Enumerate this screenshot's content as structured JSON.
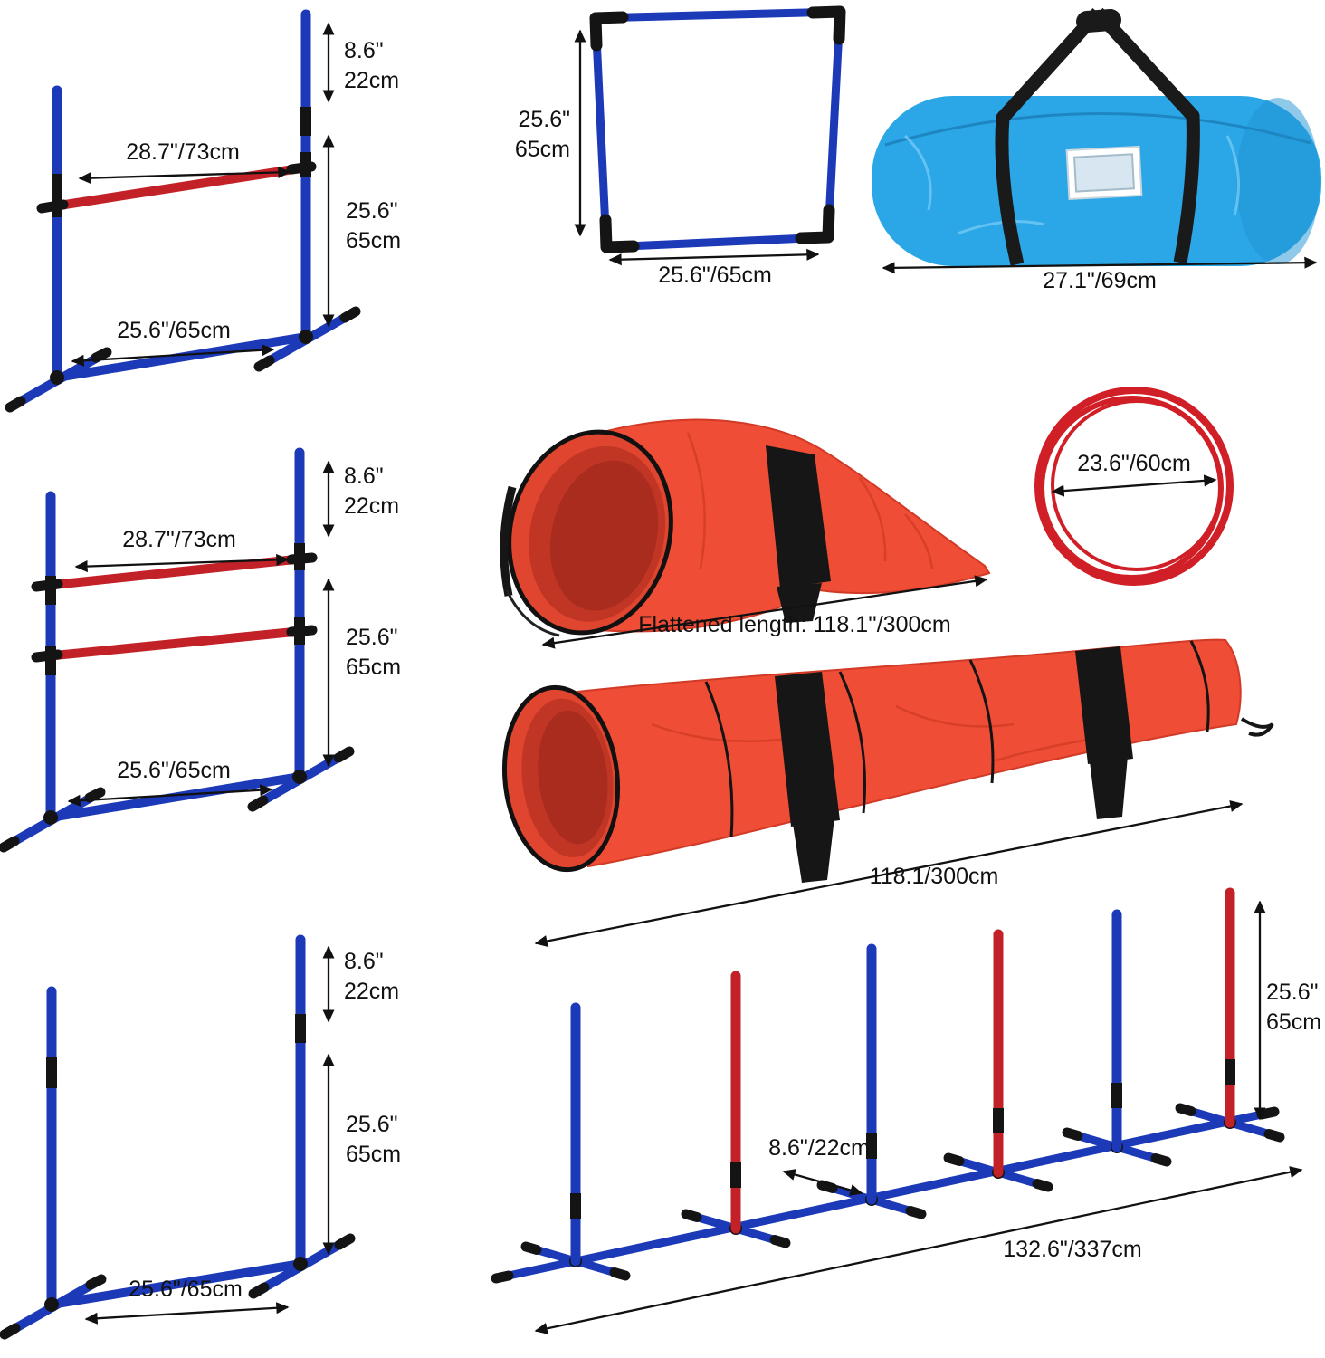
{
  "colors": {
    "pole_blue": "#1c39b8",
    "bar_red": "#c32128",
    "bag_blue": "#2ba7e7",
    "tunnel_red": "#ef4d35",
    "ink": "#111111"
  },
  "jump_single": {
    "top_in": "8.6\"",
    "top_cm": "22cm",
    "bar_width": "28.7\"/73cm",
    "pole_in": "25.6\"",
    "pole_cm": "65cm",
    "base_width": "25.6\"/65cm"
  },
  "square_frame": {
    "height_in": "25.6\"",
    "height_cm": "65cm",
    "width": "25.6\"/65cm"
  },
  "carry_bag": {
    "width": "27.1\"/69cm"
  },
  "jump_double": {
    "top_in": "8.6\"",
    "top_cm": "22cm",
    "bar_width": "28.7\"/73cm",
    "pole_in": "25.6\"",
    "pole_cm": "65cm",
    "base_width": "25.6\"/65cm"
  },
  "tunnel_flat": {
    "length_label": "Flattened length: 118.1''/300cm"
  },
  "hoop": {
    "diameter": "23.6\"/60cm"
  },
  "tunnel_long": {
    "length": "118.1/300cm"
  },
  "jump_stand": {
    "top_in": "8.6\"",
    "top_cm": "22cm",
    "pole_in": "25.6\"",
    "pole_cm": "65cm",
    "base_width": "25.6\"/65cm"
  },
  "weave_poles": {
    "foot_length": "8.6\"/22cm",
    "pole_in": "25.6\"",
    "pole_cm": "65cm",
    "base_length": "132.6\"/337cm"
  }
}
